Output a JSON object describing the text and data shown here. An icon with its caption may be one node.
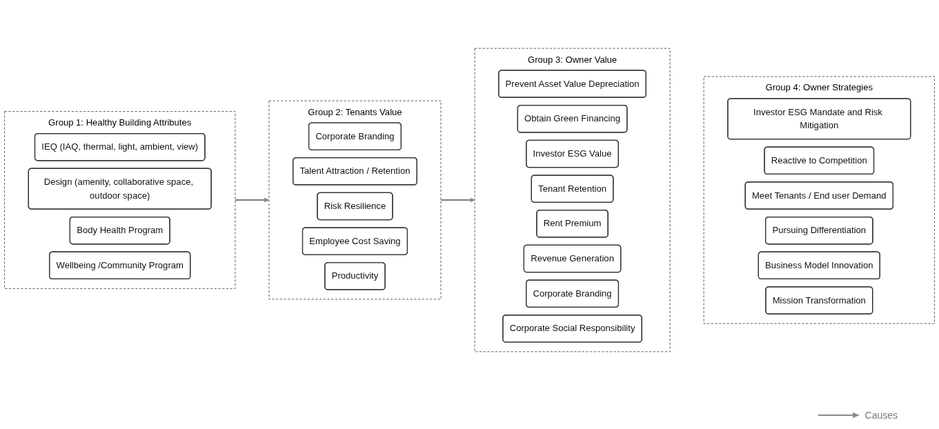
{
  "diagram": {
    "nodes": [
      {
        "text": [
          "Group 1: Healthy Building Attributes"
        ]
      },
      {
        "text": [
          "IEQ (IAQ, thermal, light, ambient, view)"
        ],
        "in": 0
      },
      {
        "text": [
          "Design (amenity, collaborative space, outdoor space)"
        ],
        "in": 0
      },
      {
        "text": [
          "Body Health Program"
        ],
        "in": 0
      },
      {
        "text": [
          "Wellbeing /Community Program"
        ],
        "in": 0
      },
      {
        "text": [
          "Group 2: Tenants Value"
        ]
      },
      {
        "text": [
          "Corporate Branding"
        ],
        "in": 5
      },
      {
        "text": [
          "Talent Attraction / Retention"
        ],
        "in": 5
      },
      {
        "text": [
          "Risk Resilience"
        ],
        "in": 5
      },
      {
        "text": [
          "Employee Cost Saving"
        ],
        "in": 5
      },
      {
        "text": [
          "Productivity"
        ],
        "in": 5
      },
      {
        "text": [
          "Group 3: Owner Value"
        ]
      },
      {
        "text": [
          "Prevent Asset Value Depreciation"
        ],
        "in": 11
      },
      {
        "text": [
          "Obtain Green Financing"
        ],
        "in": 11
      },
      {
        "text": [
          "Investor ESG Value"
        ],
        "in": 11
      },
      {
        "text": [
          "Tenant Retention"
        ],
        "in": 11
      },
      {
        "text": [
          "Rent Premium"
        ],
        "in": 11
      },
      {
        "text": [
          "Revenue Generation"
        ],
        "in": 11
      },
      {
        "text": [
          "Corporate Branding"
        ],
        "in": 11
      },
      {
        "text": [
          "Corporate Social Responsibility"
        ],
        "in": 11
      },
      {
        "text": [
          "Group 4: Owner Strategies"
        ]
      },
      {
        "text": [
          "Investor ESG Mandate and Risk Mitigation"
        ],
        "in": 20
      },
      {
        "text": [
          "Reactive to Competition"
        ],
        "in": 20
      },
      {
        "text": [
          "Meet Tenants / End user Demand"
        ],
        "in": 20
      },
      {
        "text": [
          "Pursuing Differentiation"
        ],
        "in": 20
      },
      {
        "text": [
          "Business Model Innovation"
        ],
        "in": 20
      },
      {
        "text": [
          "Mission Transformation"
        ],
        "in": 20
      }
    ],
    "edges": [
      {
        "from": 0,
        "to": 5,
        "arrow": "to"
      },
      {
        "from": 5,
        "to": 11,
        "arrow": "to"
      }
    ],
    "legend": [
      {
        "text": "Causes"
      }
    ]
  }
}
